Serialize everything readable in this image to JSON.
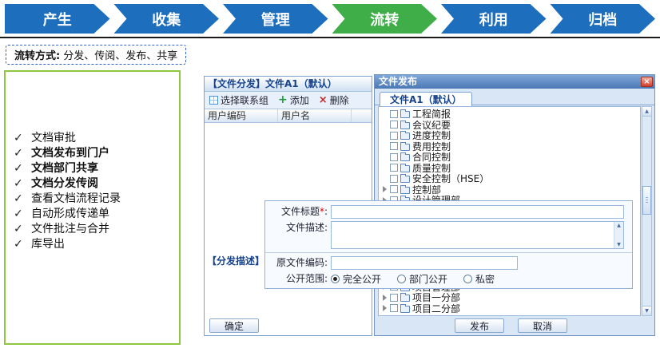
{
  "colors": {
    "arrow-blue": "#1d6ebd",
    "arrow-green": "#3fae49",
    "navy": "#15428b",
    "chrome-border": "#7da2ce",
    "chrome-bg": "#d9e6f5",
    "green-border": "#8dc63f",
    "field-border": "#9ab8dc"
  },
  "icons": {
    "check": "✓",
    "add": "+",
    "remove": "×",
    "close": "×",
    "up": "▲",
    "down": "▼"
  },
  "flow": {
    "steps": [
      {
        "label": "产生"
      },
      {
        "label": "收集"
      },
      {
        "label": "管理"
      },
      {
        "label": "流转"
      },
      {
        "label": "利用"
      },
      {
        "label": "归档"
      }
    ]
  },
  "note": {
    "title": "流转方式:",
    "body": "分发、传阅、发布、共享"
  },
  "features": {
    "items": [
      {
        "text": "文档审批",
        "bold": false
      },
      {
        "text": "文档发布到门户",
        "bold": true
      },
      {
        "text": "文档部门共享",
        "bold": true
      },
      {
        "text": "文档分发传阅",
        "bold": true
      },
      {
        "text": "查看文档流程记录",
        "bold": false
      },
      {
        "text": "自动形成传递单",
        "bold": false
      },
      {
        "text": "文件批注与合并",
        "bold": false
      },
      {
        "text": "库导出",
        "bold": false
      }
    ]
  },
  "distribute": {
    "title": "【文件分发】文件A1（默认）",
    "toolbar": {
      "select_group": "选择联系组",
      "add": "添加",
      "remove": "删除"
    },
    "columns": [
      "用户编码",
      "用户名"
    ],
    "desc_label": "【分发描述】",
    "ok_button": "确定"
  },
  "publish": {
    "title": "文件发布",
    "tab": "文件A1（默认）",
    "tree": [
      {
        "label": "工程简报"
      },
      {
        "label": "会议纪要"
      },
      {
        "label": "进度控制"
      },
      {
        "label": "费用控制"
      },
      {
        "label": "合同控制"
      },
      {
        "label": "质量控制"
      },
      {
        "label": "安全控制（HSE）"
      },
      {
        "label": "控制部"
      },
      {
        "label": "设计管理部"
      }
    ],
    "tree_bottom": [
      {
        "label": "项目管理部"
      },
      {
        "label": "项目一分部"
      },
      {
        "label": "项目二分部"
      }
    ],
    "publish_button": "发布",
    "cancel_button": "取消"
  },
  "dialog": {
    "title_label": "文件标题",
    "required_mark": "*",
    "colon": ":",
    "desc_label": "文件描述:",
    "code_label": "原文件编码:",
    "scope_label": "公开范围:",
    "scopes": [
      {
        "label": "完全公开",
        "checked": true
      },
      {
        "label": "部门公开",
        "checked": false
      },
      {
        "label": "私密",
        "checked": false
      }
    ]
  }
}
